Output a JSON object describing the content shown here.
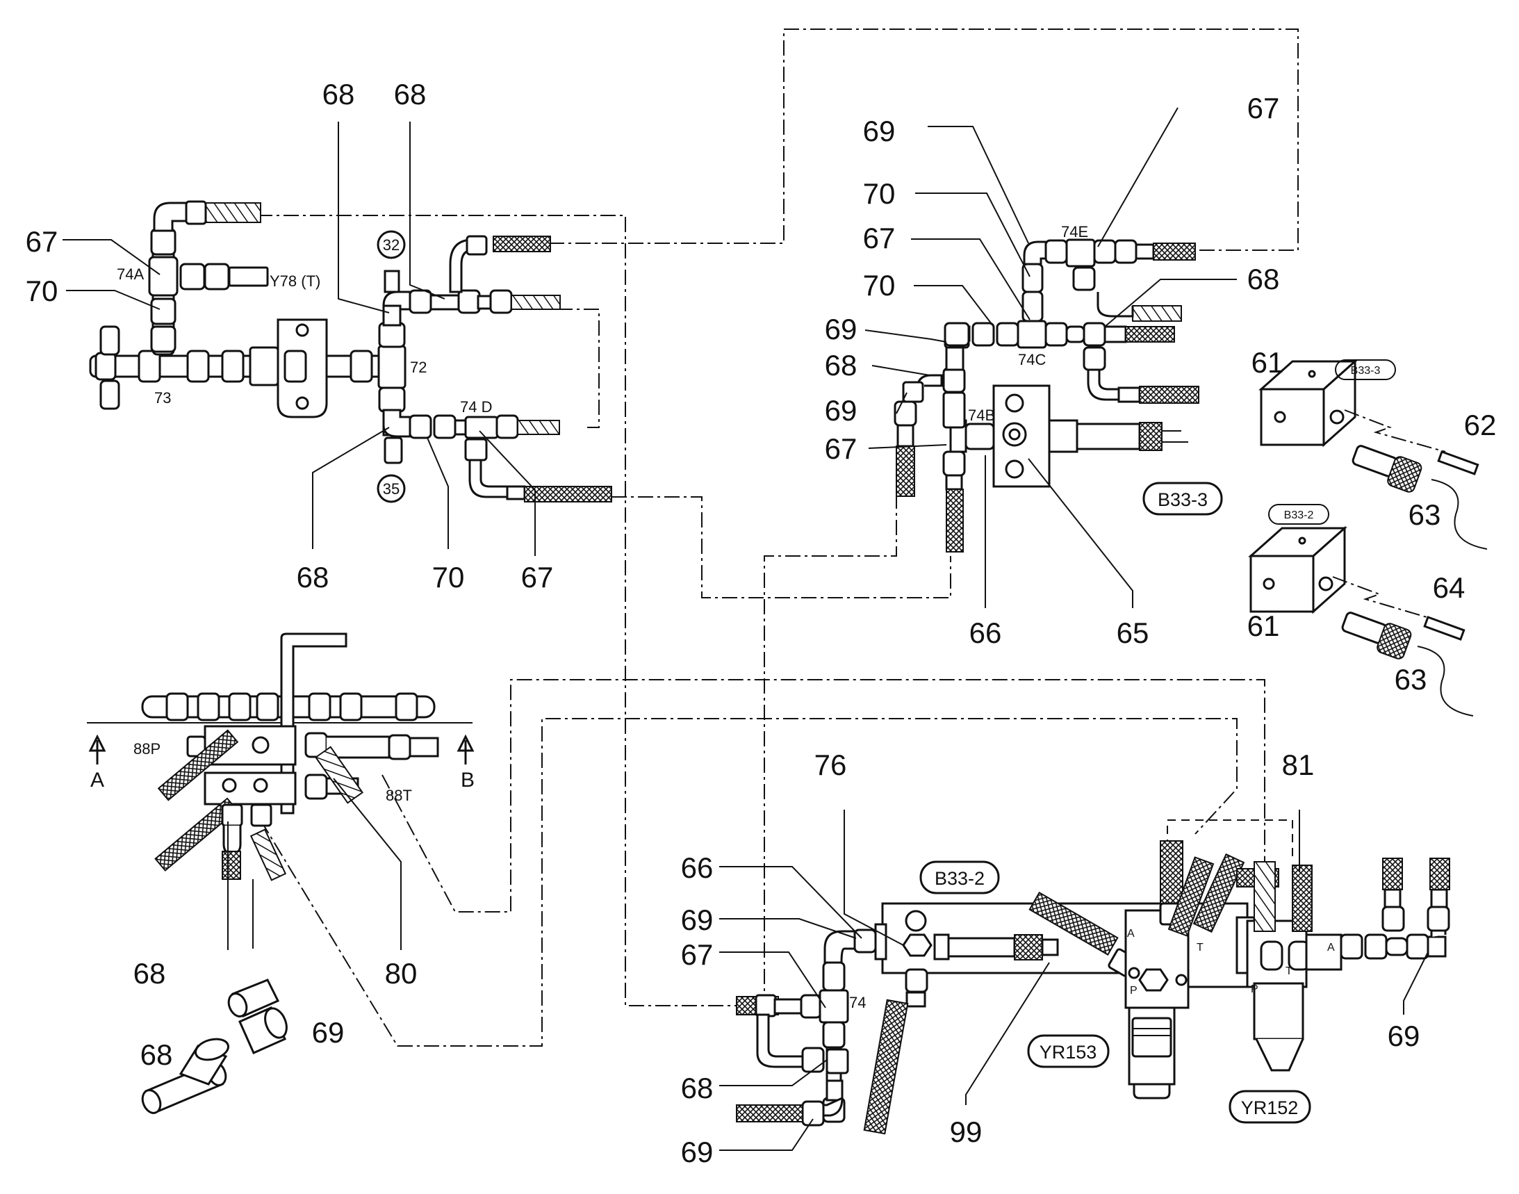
{
  "callouts": [
    {
      "label": "68"
    },
    {
      "label": "68"
    },
    {
      "label": "67"
    },
    {
      "label": "70"
    },
    {
      "label": "68"
    },
    {
      "label": "70"
    },
    {
      "label": "67"
    },
    {
      "label": "69"
    },
    {
      "label": "67"
    },
    {
      "label": "70"
    },
    {
      "label": "67"
    },
    {
      "label": "70"
    },
    {
      "label": "68"
    },
    {
      "label": "69"
    },
    {
      "label": "68"
    },
    {
      "label": "69"
    },
    {
      "label": "67"
    },
    {
      "label": "66"
    },
    {
      "label": "65"
    },
    {
      "label": "61"
    },
    {
      "label": "62"
    },
    {
      "label": "63"
    },
    {
      "label": "61"
    },
    {
      "label": "64"
    },
    {
      "label": "63"
    },
    {
      "label": "68"
    },
    {
      "label": "80"
    },
    {
      "label": "69"
    },
    {
      "label": "68"
    },
    {
      "label": "76"
    },
    {
      "label": "81"
    },
    {
      "label": "66"
    },
    {
      "label": "69"
    },
    {
      "label": "67"
    },
    {
      "label": "68"
    },
    {
      "label": "69"
    },
    {
      "label": "99"
    },
    {
      "label": "69"
    }
  ],
  "part_labels": [
    {
      "text": "74A"
    },
    {
      "text": "Y78 (T)"
    },
    {
      "text": "73"
    },
    {
      "text": "72"
    },
    {
      "text": "74 D"
    },
    {
      "text": "74E"
    },
    {
      "text": "74C"
    },
    {
      "text": "74B"
    },
    {
      "text": "88P"
    },
    {
      "text": "88T"
    },
    {
      "text": "A"
    },
    {
      "text": "B"
    },
    {
      "text": "74"
    },
    {
      "text": "A"
    },
    {
      "text": "P"
    },
    {
      "text": "T"
    },
    {
      "text": "P"
    },
    {
      "text": "T"
    },
    {
      "text": "A"
    }
  ],
  "circle_labels": [
    {
      "text": "32"
    },
    {
      "text": "35"
    }
  ],
  "pill_labels": [
    {
      "text": "B33-3"
    },
    {
      "text": "B33-2"
    },
    {
      "text": "YR153"
    },
    {
      "text": "YR152"
    }
  ],
  "mini_pill_labels": [
    {
      "text": "B33-3"
    },
    {
      "text": "B33-2"
    }
  ]
}
